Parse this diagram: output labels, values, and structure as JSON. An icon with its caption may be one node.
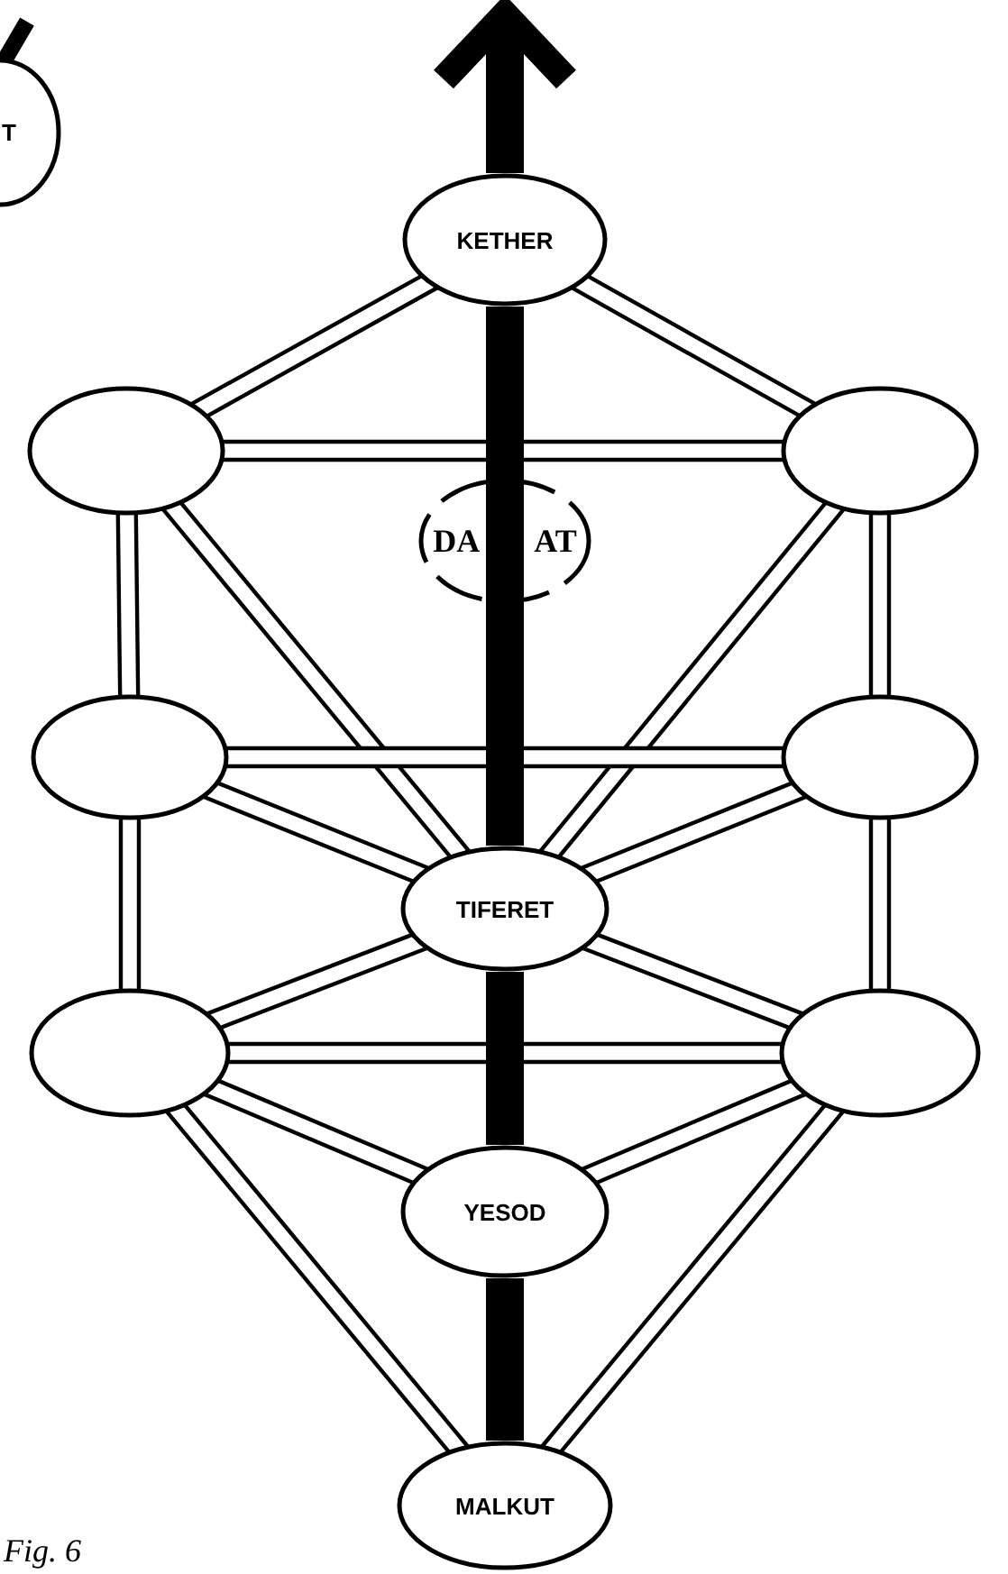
{
  "diagram": {
    "caption": "Fig. 6",
    "nodes": [
      {
        "text": [
          "T"
        ]
      },
      {
        "text": [
          "KETHER"
        ]
      },
      {
        "text": [],
        "shape": "ellipse"
      },
      {
        "text": [],
        "shape": "ellipse"
      },
      {
        "text": [
          "DA",
          "AT"
        ]
      },
      {
        "text": [],
        "shape": "ellipse"
      },
      {
        "text": [],
        "shape": "ellipse"
      },
      {
        "text": [
          "TIFERET"
        ]
      },
      {
        "text": [],
        "shape": "ellipse"
      },
      {
        "text": [],
        "shape": "ellipse"
      },
      {
        "text": [
          "YESOD"
        ]
      },
      {
        "text": [
          "MALKUT"
        ]
      }
    ],
    "edges": [
      {
        "from": 11,
        "to": 10,
        "arrow": "none"
      },
      {
        "from": 10,
        "to": 7,
        "arrow": "none"
      },
      {
        "from": 7,
        "to": 4,
        "arrow": "none"
      },
      {
        "from": 4,
        "to": 1,
        "arrow": "none"
      },
      {
        "from": 1,
        "to": null,
        "arrow": "to"
      },
      {
        "from": 1,
        "to": 2,
        "arrow": "none"
      },
      {
        "from": 1,
        "to": 3,
        "arrow": "none"
      },
      {
        "from": 2,
        "to": 3,
        "arrow": "none"
      },
      {
        "from": 2,
        "to": 5,
        "arrow": "none"
      },
      {
        "from": 3,
        "to": 6,
        "arrow": "none"
      },
      {
        "from": 2,
        "to": 7,
        "arrow": "none"
      },
      {
        "from": 3,
        "to": 7,
        "arrow": "none"
      },
      {
        "from": 5,
        "to": 6,
        "arrow": "none"
      },
      {
        "from": 5,
        "to": 7,
        "arrow": "none"
      },
      {
        "from": 6,
        "to": 7,
        "arrow": "none"
      },
      {
        "from": 5,
        "to": 8,
        "arrow": "none"
      },
      {
        "from": 6,
        "to": 9,
        "arrow": "none"
      },
      {
        "from": 8,
        "to": 7,
        "arrow": "none"
      },
      {
        "from": 9,
        "to": 7,
        "arrow": "none"
      },
      {
        "from": 8,
        "to": 9,
        "arrow": "none"
      },
      {
        "from": 8,
        "to": 10,
        "arrow": "none"
      },
      {
        "from": 9,
        "to": 10,
        "arrow": "none"
      },
      {
        "from": 8,
        "to": 11,
        "arrow": "none"
      },
      {
        "from": 9,
        "to": 11,
        "arrow": "none"
      }
    ]
  }
}
